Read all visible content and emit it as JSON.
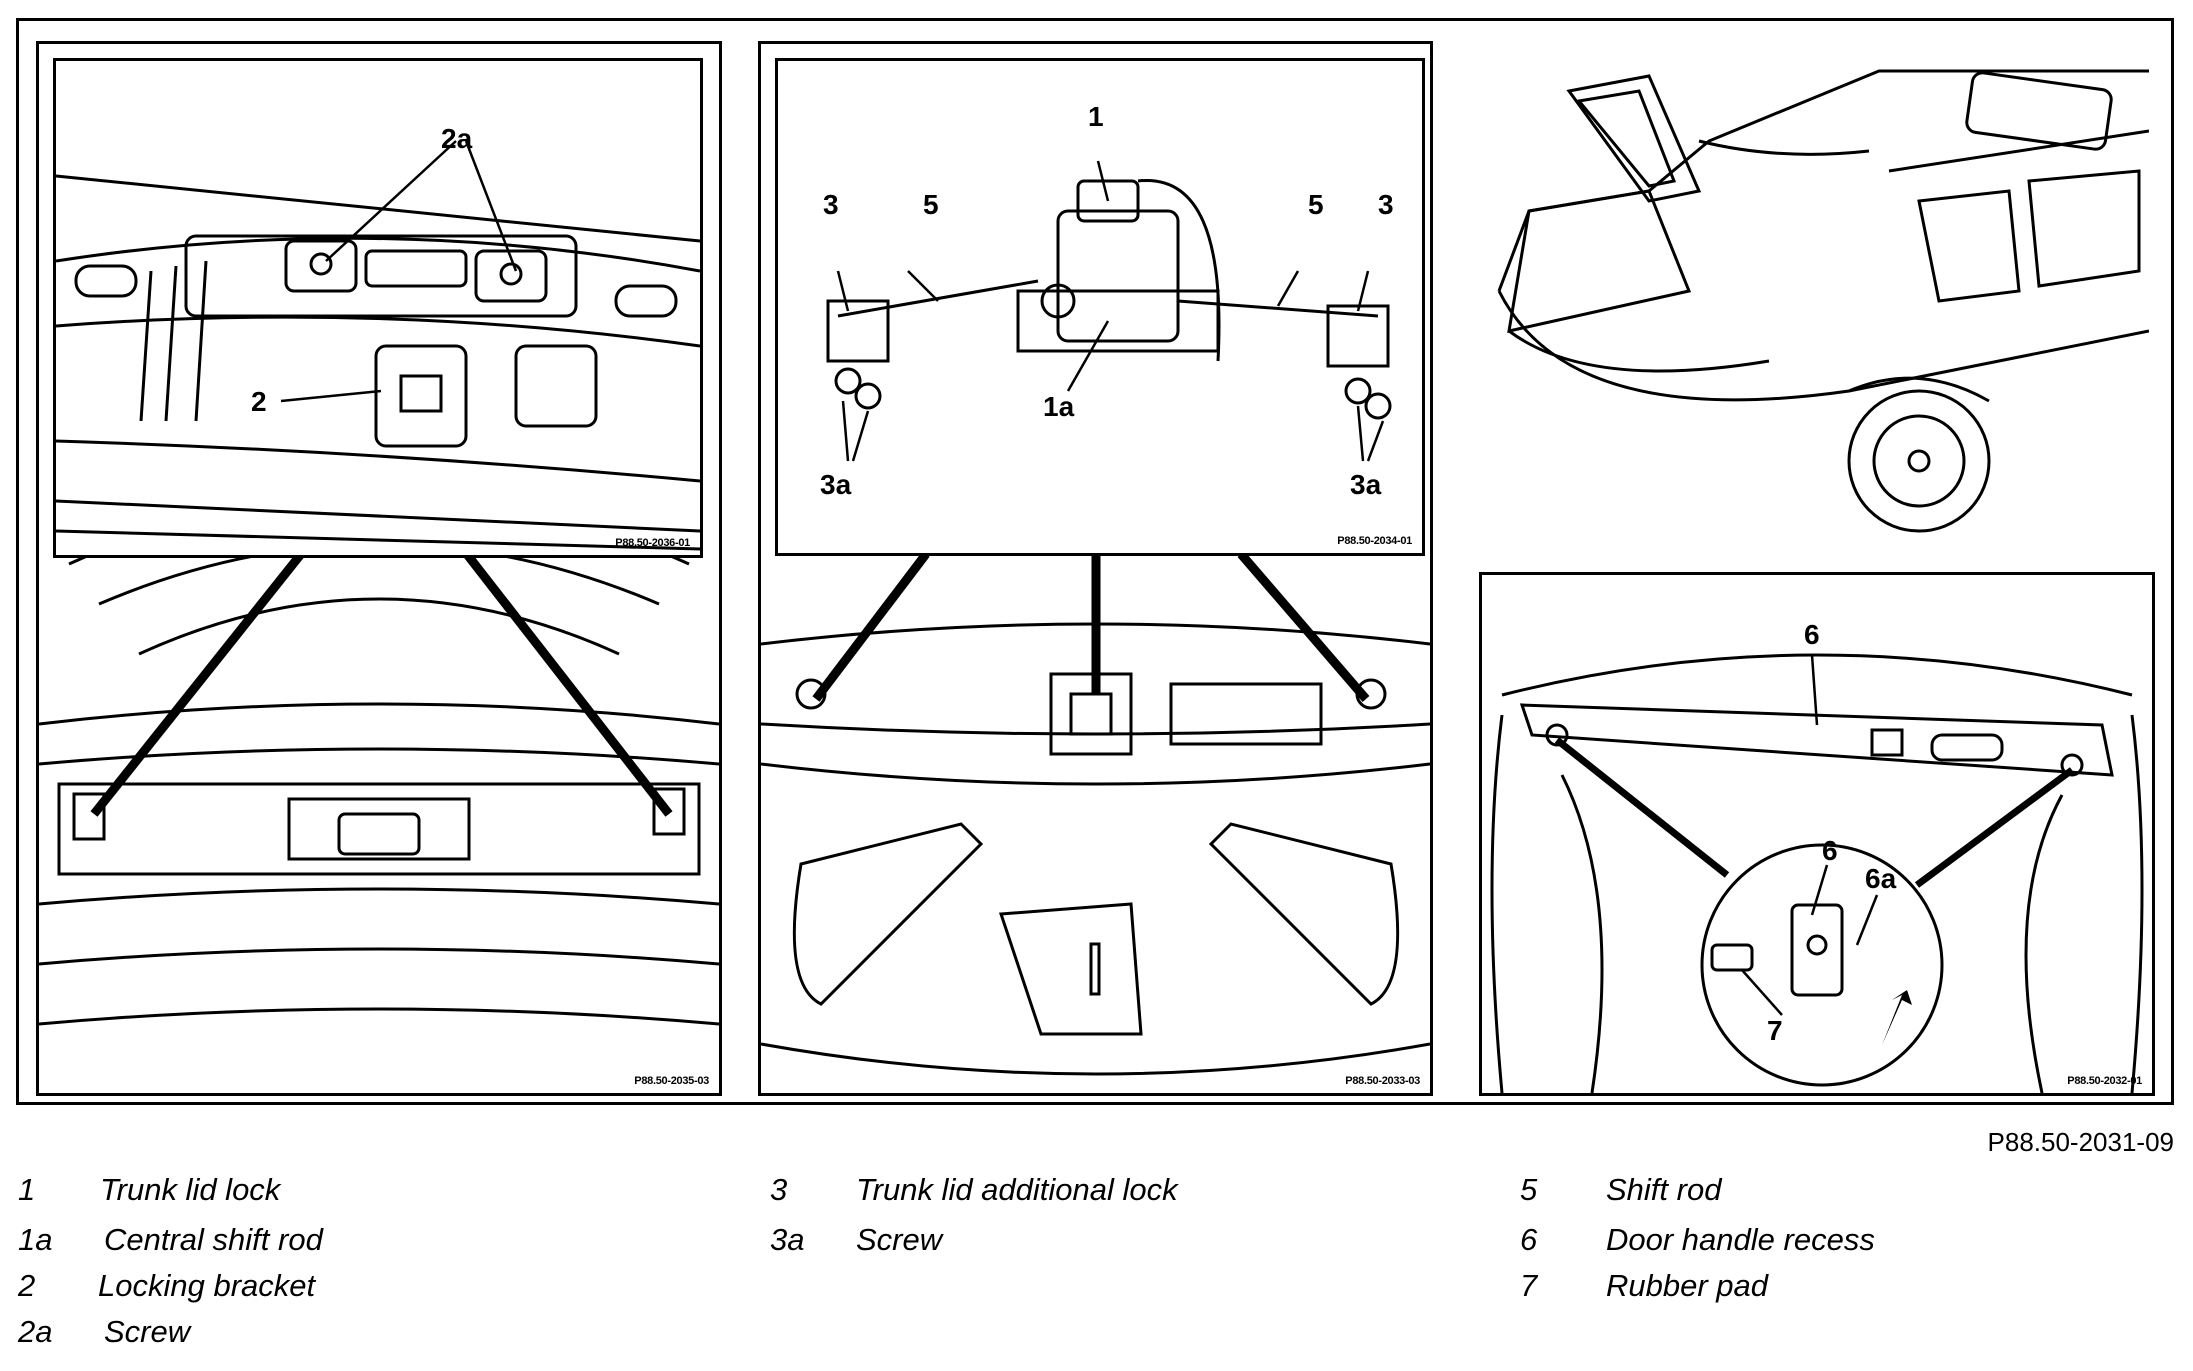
{
  "figure": {
    "reference_code": "P88.50-2031-09",
    "left_view": {
      "code": "P88.50-2035-03",
      "detail_code": "P88.50-2036-01",
      "callouts": {
        "screw": "2a",
        "locking_bracket": "2"
      }
    },
    "center_view": {
      "code": "P88.50-2033-03",
      "detail_code": "P88.50-2034-01",
      "callouts": {
        "lock": "1",
        "central_rod": "1a",
        "add_lock_left": "3",
        "add_lock_right": "3",
        "shift_rod_left": "5",
        "shift_rod_right": "5",
        "screw_left": "3a",
        "screw_right": "3a"
      }
    },
    "right_view": {
      "code": "P88.50-2032-01",
      "callouts": {
        "recess_top": "6",
        "recess_detail": "6",
        "recess_screw": "6a",
        "rubber_pad": "7"
      }
    }
  },
  "legend": [
    {
      "num": "1",
      "text": "Trunk lid lock"
    },
    {
      "num": "1a",
      "text": "Central shift rod"
    },
    {
      "num": "2",
      "text": "Locking bracket"
    },
    {
      "num": "2a",
      "text": "Screw"
    },
    {
      "num": "3",
      "text": "Trunk lid additional lock"
    },
    {
      "num": "3a",
      "text": "Screw"
    },
    {
      "num": "5",
      "text": "Shift rod"
    },
    {
      "num": "6",
      "text": "Door handle recess"
    },
    {
      "num": "7",
      "text": "Rubber pad"
    }
  ]
}
